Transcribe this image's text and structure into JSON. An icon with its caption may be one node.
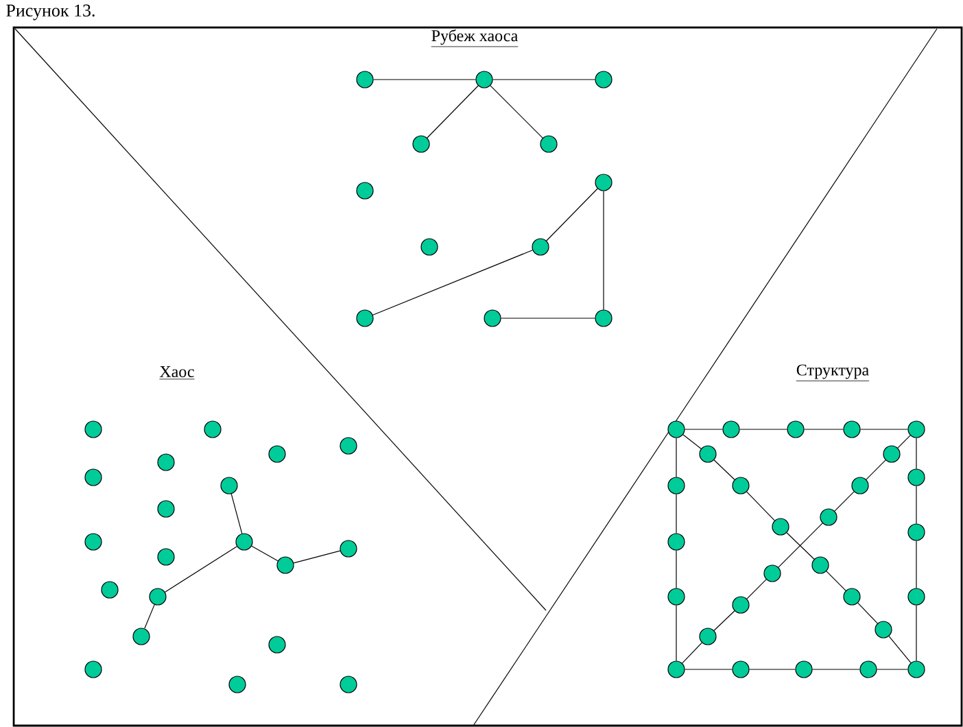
{
  "diagram": {
    "title": "Рисунок 13.",
    "nodes": [
      {
        "text": [],
        "shape": "circle"
      },
      {
        "text": [],
        "shape": "circle"
      },
      {
        "text": [],
        "shape": "circle"
      },
      {
        "text": [],
        "shape": "circle"
      },
      {
        "text": [],
        "shape": "circle"
      },
      {
        "text": [],
        "shape": "circle"
      },
      {
        "text": [],
        "shape": "circle"
      },
      {
        "text": [],
        "shape": "circle"
      },
      {
        "text": [],
        "shape": "circle"
      },
      {
        "text": [],
        "shape": "circle"
      },
      {
        "text": [],
        "shape": "circle"
      },
      {
        "text": [],
        "shape": "circle"
      },
      {
        "text": [],
        "shape": "circle"
      },
      {
        "text": [],
        "shape": "circle"
      },
      {
        "text": [],
        "shape": "circle"
      },
      {
        "text": [],
        "shape": "circle"
      },
      {
        "text": [],
        "shape": "circle"
      },
      {
        "text": [],
        "shape": "circle"
      },
      {
        "text": [],
        "shape": "circle"
      },
      {
        "text": [],
        "shape": "circle"
      },
      {
        "text": [],
        "shape": "circle"
      },
      {
        "text": [],
        "shape": "circle"
      },
      {
        "text": [],
        "shape": "circle"
      },
      {
        "text": [],
        "shape": "circle"
      },
      {
        "text": [],
        "shape": "circle"
      },
      {
        "text": [],
        "shape": "circle"
      },
      {
        "text": [],
        "shape": "circle"
      },
      {
        "text": [],
        "shape": "circle"
      },
      {
        "text": [],
        "shape": "circle"
      },
      {
        "text": [],
        "shape": "circle"
      },
      {
        "text": [],
        "shape": "circle"
      },
      {
        "text": [],
        "shape": "circle"
      },
      {
        "text": [],
        "shape": "circle"
      },
      {
        "text": [],
        "shape": "circle"
      },
      {
        "text": [],
        "shape": "circle"
      },
      {
        "text": [],
        "shape": "circle"
      },
      {
        "text": [],
        "shape": "circle"
      },
      {
        "text": [],
        "shape": "circle"
      },
      {
        "text": [],
        "shape": "circle"
      },
      {
        "text": [],
        "shape": "circle"
      },
      {
        "text": [],
        "shape": "circle"
      },
      {
        "text": [],
        "shape": "circle"
      },
      {
        "text": [],
        "shape": "circle"
      },
      {
        "text": [],
        "shape": "circle"
      },
      {
        "text": [],
        "shape": "circle"
      },
      {
        "text": [],
        "shape": "circle"
      },
      {
        "text": [],
        "shape": "circle"
      },
      {
        "text": [],
        "shape": "circle"
      },
      {
        "text": [],
        "shape": "circle"
      },
      {
        "text": [],
        "shape": "circle"
      },
      {
        "text": [],
        "shape": "circle"
      },
      {
        "text": [],
        "shape": "circle"
      },
      {
        "text": [],
        "shape": "circle"
      },
      {
        "text": [],
        "shape": "circle"
      },
      {
        "text": [],
        "shape": "circle"
      },
      {
        "text": [],
        "shape": "circle"
      },
      {
        "text": [],
        "shape": "circle"
      },
      {
        "text": [],
        "shape": "circle"
      },
      {
        "text": [],
        "shape": "circle"
      },
      {
        "text": [],
        "shape": "circle"
      }
    ],
    "edges": [
      {
        "from": 0,
        "to": 1,
        "arrow": "none"
      },
      {
        "from": 1,
        "to": 2,
        "arrow": "none"
      },
      {
        "from": 1,
        "to": 3,
        "arrow": "none"
      },
      {
        "from": 1,
        "to": 4,
        "arrow": "none"
      },
      {
        "from": 5,
        "to": 8,
        "arrow": "none"
      },
      {
        "from": 8,
        "to": 9,
        "arrow": "none"
      },
      {
        "from": 5,
        "to": 11,
        "arrow": "none"
      },
      {
        "from": 10,
        "to": 11,
        "arrow": "none"
      },
      {
        "from": 18,
        "to": 21,
        "arrow": "none"
      },
      {
        "from": 21,
        "to": 24,
        "arrow": "none"
      },
      {
        "from": 24,
        "to": 22,
        "arrow": "none"
      },
      {
        "from": 21,
        "to": 26,
        "arrow": "none"
      },
      {
        "from": 26,
        "to": 27,
        "arrow": "none"
      },
      {
        "from": 32,
        "to": 33,
        "arrow": "none"
      },
      {
        "from": 33,
        "to": 34,
        "arrow": "none"
      },
      {
        "from": 34,
        "to": 35,
        "arrow": "none"
      },
      {
        "from": 35,
        "to": 36,
        "arrow": "none"
      },
      {
        "from": 55,
        "to": 56,
        "arrow": "none"
      },
      {
        "from": 56,
        "to": 57,
        "arrow": "none"
      },
      {
        "from": 57,
        "to": 58,
        "arrow": "none"
      },
      {
        "from": 58,
        "to": 59,
        "arrow": "none"
      },
      {
        "from": 32,
        "to": 40,
        "arrow": "none"
      },
      {
        "from": 40,
        "to": 46,
        "arrow": "none"
      },
      {
        "from": 46,
        "to": 49,
        "arrow": "none"
      },
      {
        "from": 49,
        "to": 55,
        "arrow": "none"
      },
      {
        "from": 36,
        "to": 39,
        "arrow": "none"
      },
      {
        "from": 39,
        "to": 45,
        "arrow": "none"
      },
      {
        "from": 45,
        "to": 51,
        "arrow": "none"
      },
      {
        "from": 51,
        "to": 59,
        "arrow": "none"
      },
      {
        "from": 32,
        "to": 37,
        "arrow": "none"
      },
      {
        "from": 37,
        "to": 41,
        "arrow": "none"
      },
      {
        "from": 41,
        "to": 44,
        "arrow": "none"
      },
      {
        "from": 44,
        "to": 47,
        "arrow": "none"
      },
      {
        "from": 47,
        "to": 50,
        "arrow": "none"
      },
      {
        "from": 50,
        "to": 53,
        "arrow": "none"
      },
      {
        "from": 53,
        "to": 59,
        "arrow": "none"
      },
      {
        "from": 55,
        "to": 54,
        "arrow": "none"
      },
      {
        "from": 54,
        "to": 52,
        "arrow": "none"
      },
      {
        "from": 52,
        "to": 48,
        "arrow": "none"
      },
      {
        "from": 48,
        "to": 43,
        "arrow": "none"
      },
      {
        "from": 43,
        "to": 42,
        "arrow": "none"
      },
      {
        "from": 42,
        "to": 38,
        "arrow": "none"
      },
      {
        "from": 38,
        "to": 36,
        "arrow": "none"
      }
    ],
    "labels": [
      "Рубеж хаоса",
      "Хаос",
      "Структура"
    ]
  }
}
